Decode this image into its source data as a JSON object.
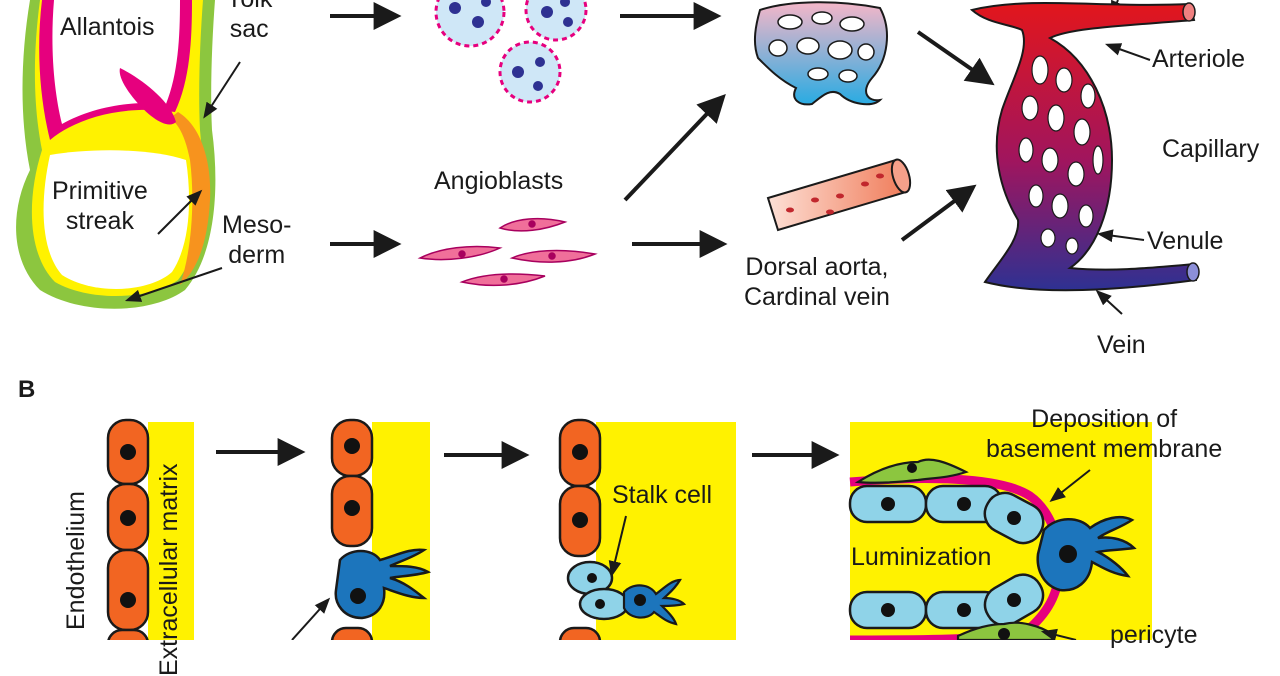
{
  "panel_a": {
    "labels": {
      "allantois": "Allantois",
      "yolk_sac": "Yolk\nsac",
      "primitive_streak": "Primitive\nstreak",
      "mesoderm": "Meso-\nderm",
      "angioblasts": "Angioblasts",
      "dorsal_aorta": "Dorsal aorta,\nCardinal vein",
      "arteriole": "Arteriole",
      "capillary": "Capillary",
      "venule": "Venule",
      "vein": "Vein"
    }
  },
  "panel_b": {
    "letter": "B",
    "labels": {
      "endothelium": "Endothelium",
      "extracellular_matrix": "Extracellular matrix",
      "stalk_cell": "Stalk cell",
      "deposition": "Deposition of\nbasement membrane",
      "luminization": "Luminization",
      "pericyte": "pericyte"
    }
  },
  "colors": {
    "magenta": "#e6007e",
    "green": "#8cc63f",
    "yellow": "#fff200",
    "orange": "#f7931e",
    "endothelial_orange": "#f26522",
    "tip_blue": "#1c75bc",
    "stalk_cyan": "#8fd3e8",
    "artery_red": "#e2161c",
    "vein_blue": "#2e3192"
  }
}
